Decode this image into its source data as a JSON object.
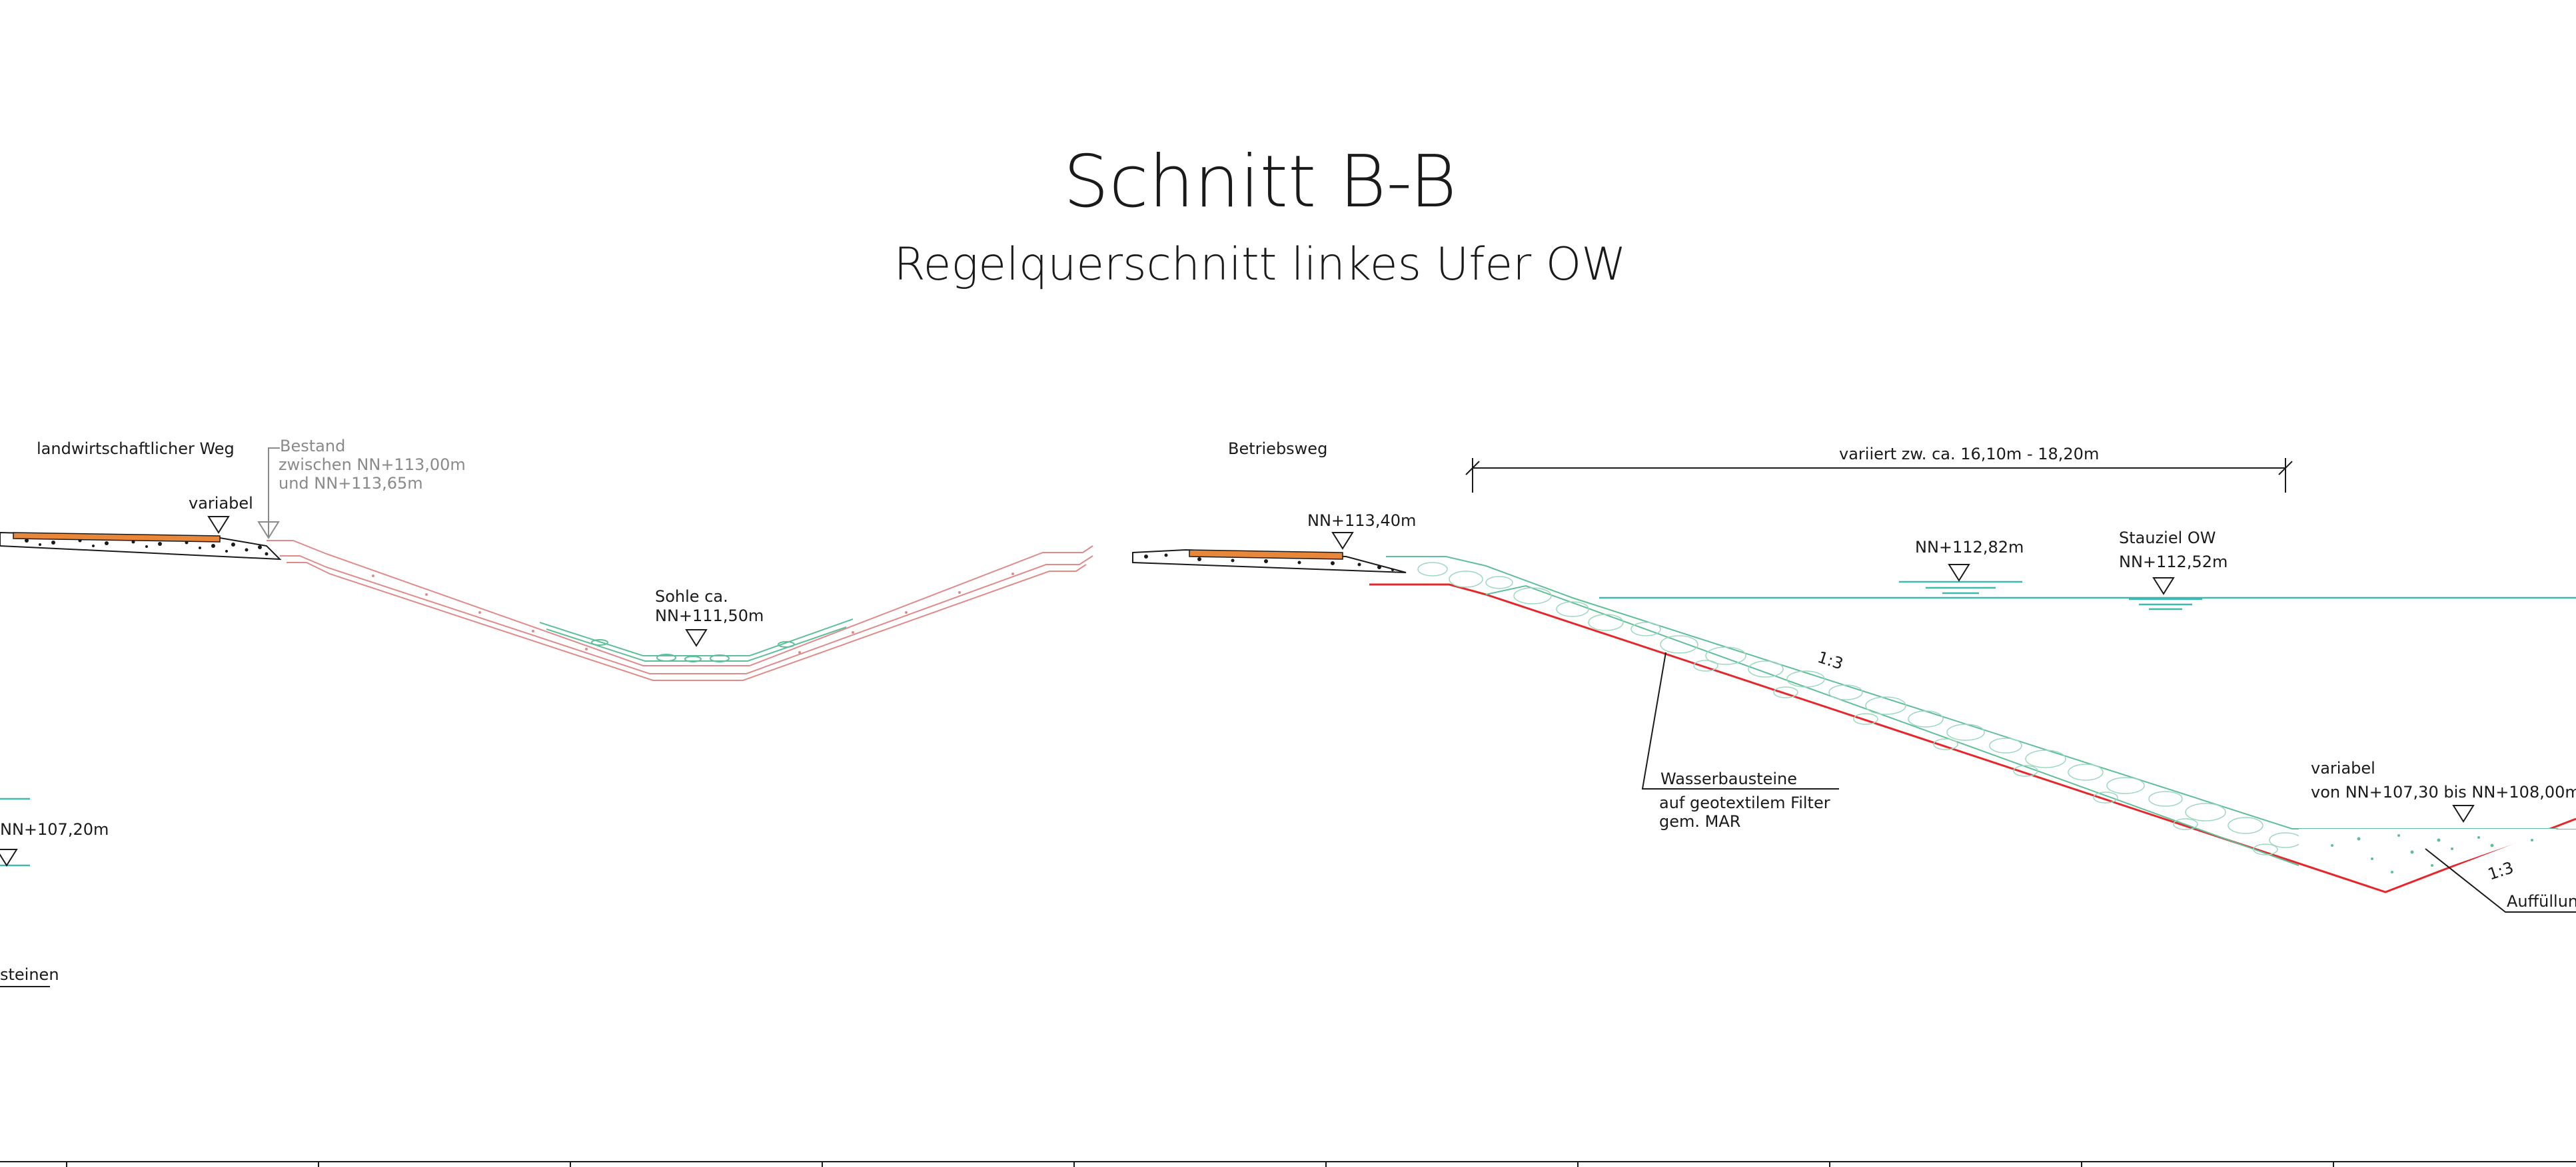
{
  "title": "Schnitt B-B",
  "subtitle": "Regelquerschnitt linkes Ufer OW",
  "labels": {
    "landwirtschaftlicher_weg": "landwirtschaftlicher Weg",
    "variabel_left": "variabel",
    "bestand": "Bestand",
    "bestand_line2": "zwischen NN+113,00m",
    "bestand_line3": "und NN+113,65m",
    "sohle": "Sohle ca.",
    "sohle_level": "NN+111,50m",
    "betriebsweg": "Betriebsweg",
    "level_113_40": "NN+113,40m",
    "dimension": "variiert zw. ca. 16,10m  -  18,20m",
    "level_112_82": "NN+112,82m",
    "stauziel": "Stauziel OW",
    "stauziel_level": "NN+112,52m",
    "slope_upper": "1:3",
    "wasserbausteine": "Wasserbausteine",
    "wasserbausteine_line2": "auf geotextilem Filter",
    "wasserbausteine_line3": "gem. MAR",
    "variabel_right": "variabel",
    "variabel_right_line2": "von NN+107,30  bis  NN+108,00m",
    "slope_lower": "1:3",
    "auffuellung": "Auffüllun",
    "level_107_20": "NN+107,20m",
    "steinen": "steinen"
  },
  "colors": {
    "ink": "#1a1a1a",
    "asphalt": "#e8863a",
    "existing_terrain": "#e08a8a",
    "riprap": "#5fbf9a",
    "water": "#3fb8b0",
    "sealing": "#e8262a",
    "grey_text": "#8a8a8a"
  }
}
